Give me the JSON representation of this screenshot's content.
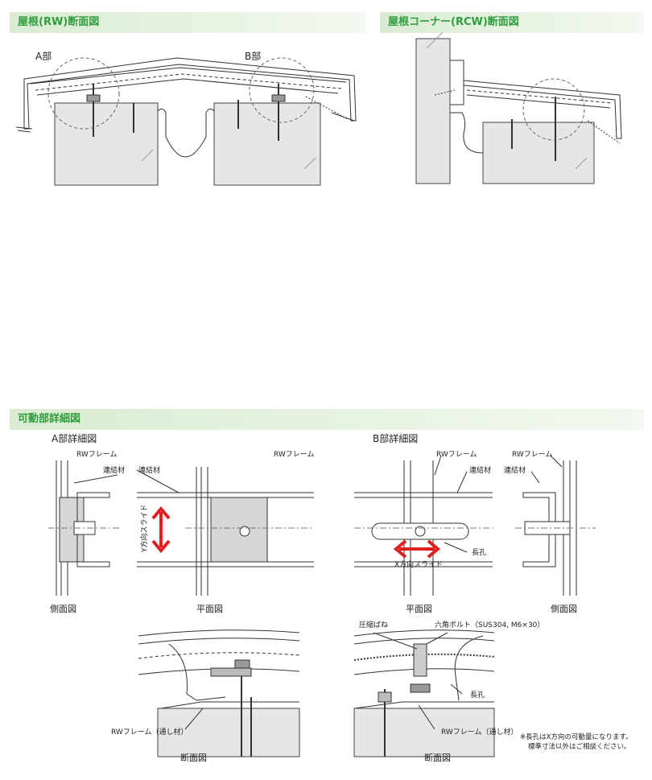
{
  "sections": {
    "rw": "屋根(RW)断面図",
    "rcw": "屋根コーナー(RCW)断面図",
    "movable": "可動部詳細図"
  },
  "rw_labels": {
    "a": "A部",
    "b": "B部"
  },
  "detail_a": {
    "title": "A部詳細図",
    "rw_frame": "RWフレーム",
    "link1": "連結材",
    "link2": "連結材",
    "rw_frame2": "RWフレーム",
    "slide": "Y方向スライド",
    "side_view": "側面図",
    "plan_view": "平面図",
    "section_label": "RWフレーム（通し材）",
    "section_view": "断面図"
  },
  "detail_b": {
    "title": "B部詳細図",
    "rw_frame": "RWフレーム",
    "link1": "連結材",
    "rw_frame2": "RWフレーム",
    "link2": "連結材",
    "slot": "長孔",
    "slide": "X方向スライド",
    "plan_view": "平面図",
    "side_view": "側面図",
    "spring": "圧縮ばね",
    "bolt": "六角ボルト（SUS304, M6×30）",
    "slot2": "長孔",
    "section_label": "RWフレーム（通し材）",
    "section_view": "断面図"
  },
  "note": {
    "line1": "※長孔はX方向の可動量になります。",
    "line2": "標準寸法以外はご相談ください。"
  },
  "colors": {
    "accent": "#2e9d3c",
    "arrow": "#e02020",
    "plate": "#d6d6d6"
  }
}
